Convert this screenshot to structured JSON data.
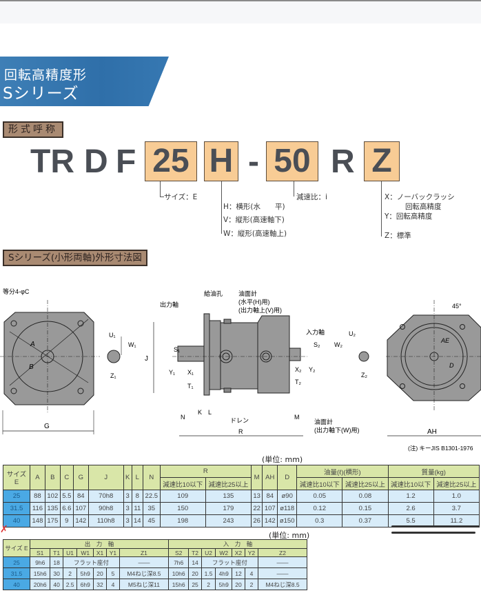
{
  "header": {
    "title_line1": "回転高精度形",
    "title_line2": "Sシリーズ",
    "accent_color": "#3678b2"
  },
  "model_section": {
    "label": "形式呼称",
    "parts": [
      "TR",
      "D",
      "F",
      "25",
      "H",
      "-",
      "50",
      "R",
      "Z"
    ],
    "size_note": "サイズ：E",
    "ratio_note": "減速比：i",
    "type_notes": [
      "H：横形(水　　平)",
      "V：縦形(高速軸下)",
      "W：縦形(高速軸上)"
    ],
    "precision_notes": [
      "X：ノーバックラッシ",
      "回転高精度",
      "Y：回転高精度",
      "Z：標準"
    ]
  },
  "drawing_section": {
    "label": "Sシリーズ(小形両軸)外形寸法図",
    "labels": {
      "holes": "等分4-φC",
      "output_shaft": "出力軸",
      "oil_fill": "給油孔",
      "oil_gauge": "油面計",
      "oil_gauge_h": "(水平(H)用)",
      "oil_gauge_v": "(出力軸上(V)用)",
      "input_shaft": "入力軸",
      "drain": "ドレン",
      "oil_gauge_w_1": "油面計",
      "oil_gauge_w_2": "(出力軸下(W)用)",
      "angle": "45°",
      "note": "(注) キーJIS B1301-1976"
    }
  },
  "table1": {
    "unit": "(単位: mm)",
    "headers": [
      "サイズ E",
      "A",
      "B",
      "C",
      "G",
      "J",
      "K",
      "L",
      "N",
      "R",
      "M",
      "AH",
      "D",
      "油量(ℓ)(横形)",
      "質量(kg)"
    ],
    "subheaders": [
      "減速比10以下",
      "減速比25以上",
      "減速比10以下",
      "減速比25以上",
      "減速比10以下",
      "減速比25以上"
    ],
    "rows": [
      [
        "25",
        "88",
        "102",
        "5.5",
        "84",
        "70h8",
        "3",
        "8",
        "22.5",
        "109",
        "135",
        "13",
        "84",
        "ø90",
        "0.05",
        "0.08",
        "1.2",
        "1.0"
      ],
      [
        "31.5",
        "116",
        "135",
        "6.6",
        "107",
        "90h8",
        "3",
        "11",
        "35",
        "150",
        "179",
        "22",
        "107",
        "ø118",
        "0.12",
        "0.15",
        "2.6",
        "3.7"
      ],
      [
        "40",
        "148",
        "175",
        "9",
        "142",
        "110h8",
        "3",
        "14",
        "45",
        "198",
        "243",
        "26",
        "142",
        "ø150",
        "0.3",
        "0.37",
        "5.5",
        "11.2"
      ]
    ]
  },
  "table2": {
    "unit": "(単位: mm)",
    "size_header": "サイズ E",
    "group_output": "出　力　軸",
    "group_input": "入　力　軸",
    "subheaders": [
      "S1",
      "T1",
      "U1",
      "W1",
      "X1",
      "Y1",
      "Z1",
      "S2",
      "T2",
      "U2",
      "W2",
      "X2",
      "Y2",
      "Z2"
    ],
    "rows": [
      {
        "size": "25",
        "S1": "9h6",
        "T1": "18",
        "out_flat": "フラット座付",
        "Z1": "――",
        "S2": "7h6",
        "T2": "14",
        "in_flat": "フラット座付",
        "Z2": "――"
      },
      {
        "size": "31.5",
        "S1": "15h6",
        "T1": "30",
        "U1": "2",
        "W1": "5h9",
        "X1": "20",
        "Y1": "5",
        "Z1": "M4ねじ深8.5",
        "S2": "10h6",
        "T2": "20",
        "U2": "1.5",
        "W2": "4h9",
        "X2": "12",
        "Y2": "4",
        "Z2": "――"
      },
      {
        "size": "40",
        "S1": "20h6",
        "T1": "40",
        "U1": "2.5",
        "W1": "6h9",
        "X1": "32",
        "Y1": "4",
        "Z1": "M5ねじ深11",
        "S2": "15h6",
        "T2": "25",
        "U2": "2",
        "W2": "5h9",
        "X2": "20",
        "Y2": "2",
        "Z2": "M4ねじ深8.5"
      }
    ]
  }
}
